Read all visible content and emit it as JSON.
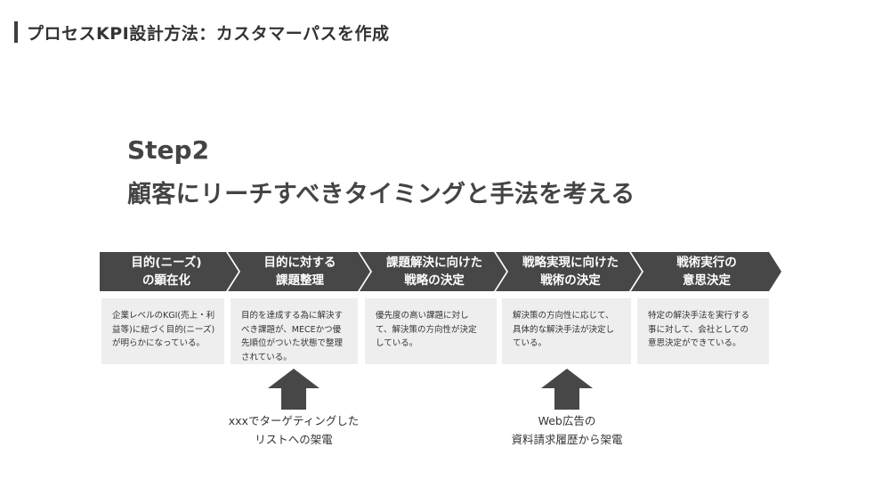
{
  "header": {
    "title": "プロセスKPI設計方法：カスタマーパスを作成"
  },
  "step": {
    "label": "Step2",
    "headline": "顧客にリーチすべきタイミングと手法を考える"
  },
  "stages": [
    {
      "title_lines": [
        "目的(ニーズ)",
        "の顕在化"
      ],
      "desc_lines": [
        "企業レベルのKGI(売上・利",
        "益等)に紐づく目的(ニーズ)",
        "が明らかになっている。"
      ]
    },
    {
      "title_lines": [
        "目的に対する",
        "課題整理"
      ],
      "desc_lines": [
        "目的を達成する為に解決す",
        "べき課題が、MECEかつ優",
        "先順位がついた状態で整理",
        "されている。"
      ]
    },
    {
      "title_lines": [
        "課題解決に向けた",
        "戦略の決定"
      ],
      "desc_lines": [
        "優先度の高い課題に対し",
        "て、解決策の方向性が決定",
        "している。"
      ]
    },
    {
      "title_lines": [
        "戦略実現に向けた",
        "戦術の決定"
      ],
      "desc_lines": [
        "解決策の方向性に応じて、",
        "具体的な解決手法が決定し",
        "ている。"
      ]
    },
    {
      "title_lines": [
        "戦術実行の",
        "意思決定"
      ],
      "desc_lines": [
        "特定の解決手法を実行する",
        "事に対して、会社としての",
        "意思決定ができている。"
      ]
    }
  ],
  "callouts": [
    {
      "lines": [
        "xxxでターゲティングした",
        "リストへの架電"
      ]
    },
    {
      "lines": [
        "Web広告の",
        "資料請求履歴から架電"
      ]
    }
  ],
  "colors": {
    "chevron": "#474747",
    "desc_bg": "#eeeeee",
    "text": "#333333"
  }
}
